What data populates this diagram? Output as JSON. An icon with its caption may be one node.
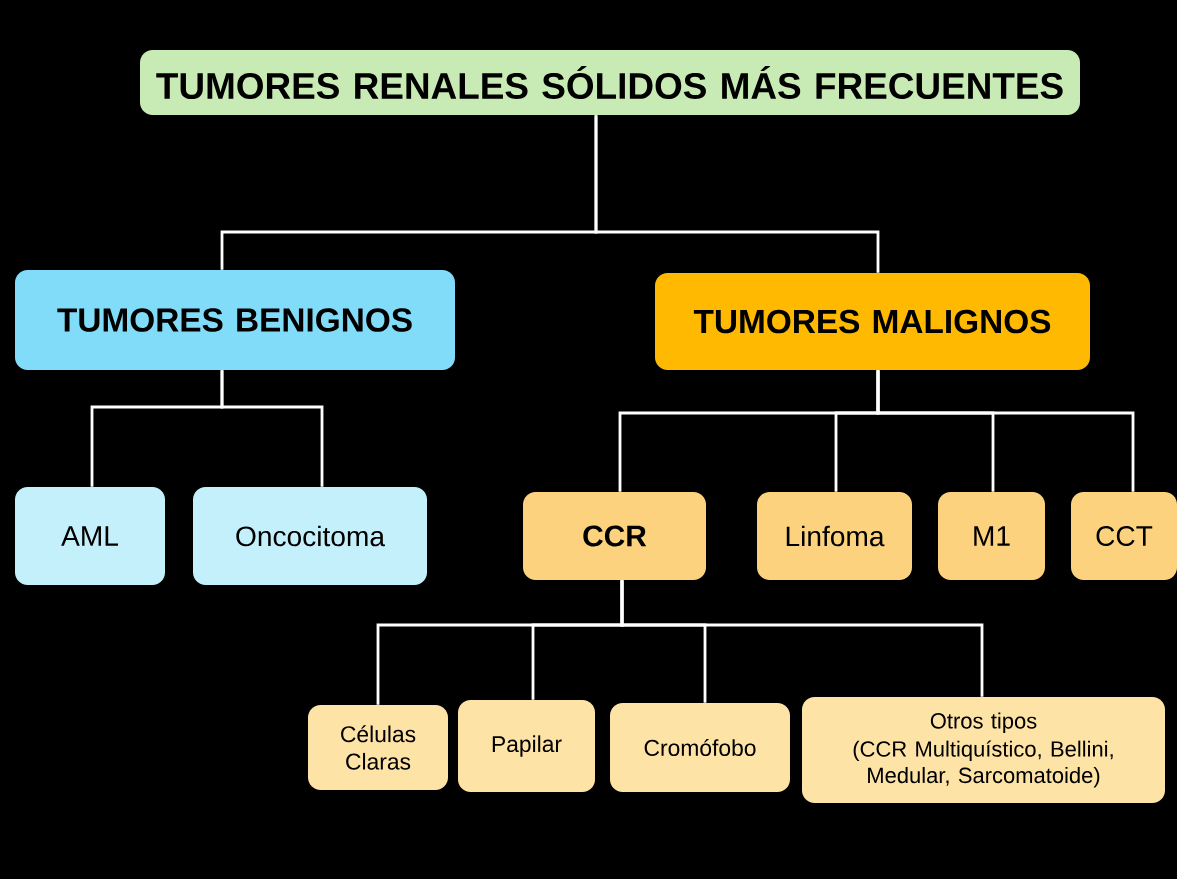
{
  "diagram": {
    "nodes": [
      {
        "text": [
          "TUMORES RENALES SÓLIDOS MÁS FRECUENTES"
        ]
      },
      {
        "text": [
          "TUMORES BENIGNOS"
        ]
      },
      {
        "text": [
          "TUMORES MALIGNOS"
        ]
      },
      {
        "text": [
          "AML"
        ]
      },
      {
        "text": [
          "Oncocitoma"
        ]
      },
      {
        "text": [
          "CCR"
        ]
      },
      {
        "text": [
          "Linfoma"
        ]
      },
      {
        "text": [
          "M1"
        ]
      },
      {
        "text": [
          "CCT"
        ]
      },
      {
        "text": [
          "Células Claras"
        ]
      },
      {
        "text": [
          "Papilar"
        ]
      },
      {
        "text": [
          "Cromófobo"
        ]
      },
      {
        "text": [
          "Otros tipos",
          "(CCR Multiquístico, Bellini, Medular, Sarcomatoide)"
        ]
      }
    ],
    "edges": [
      {
        "from": 0,
        "to": 1,
        "arrow": "none"
      },
      {
        "from": 0,
        "to": 2,
        "arrow": "none"
      },
      {
        "from": 1,
        "to": 3,
        "arrow": "none"
      },
      {
        "from": 1,
        "to": 4,
        "arrow": "none"
      },
      {
        "from": 2,
        "to": 5,
        "arrow": "none"
      },
      {
        "from": 2,
        "to": 6,
        "arrow": "none"
      },
      {
        "from": 2,
        "to": 7,
        "arrow": "none"
      },
      {
        "from": 2,
        "to": 8,
        "arrow": "none"
      },
      {
        "from": 5,
        "to": 9,
        "arrow": "none"
      },
      {
        "from": 5,
        "to": 10,
        "arrow": "none"
      },
      {
        "from": 5,
        "to": 11,
        "arrow": "none"
      },
      {
        "from": 5,
        "to": 12,
        "arrow": "none"
      }
    ]
  }
}
